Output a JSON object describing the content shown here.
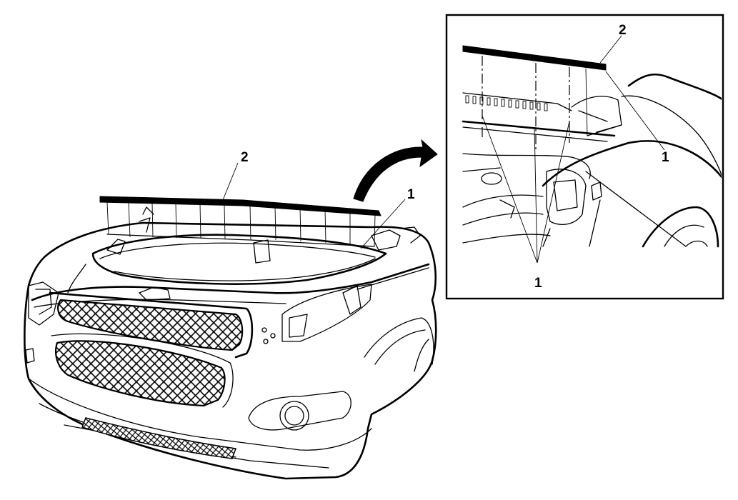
{
  "callouts": {
    "main_seal_label": "2",
    "main_clip_label": "1",
    "detail_seal_label": "2",
    "detail_clip_label_right": "1",
    "detail_clip_label_bottom": "1"
  }
}
